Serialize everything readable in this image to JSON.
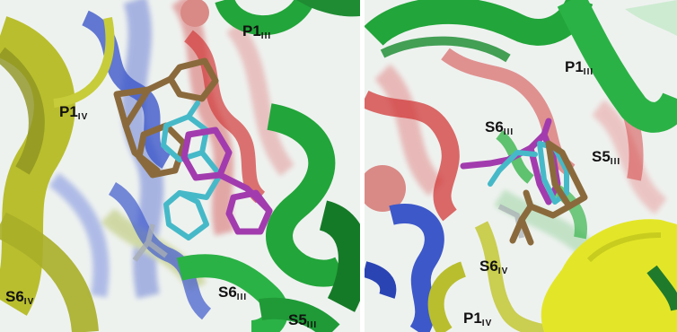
{
  "colors": {
    "background": "#eef2ef",
    "helix_green": "#22a53a",
    "helix_yellow": "#b9be2e",
    "helix_blue": "#3d58c9",
    "helix_red": "#d23a3a",
    "ligand_brown": "#8a6a3c",
    "ligand_cyan": "#46b9c8",
    "ligand_magenta": "#a23cae",
    "ion_salmon": "#d98a86"
  },
  "left_panel": {
    "labels": [
      {
        "base": "P1",
        "sub": "III"
      },
      {
        "base": "P1",
        "sub": "IV"
      },
      {
        "base": "S6",
        "sub": "IV"
      },
      {
        "base": "S6",
        "sub": "III"
      },
      {
        "base": "S5",
        "sub": "III"
      }
    ]
  },
  "right_panel": {
    "labels": [
      {
        "base": "P1",
        "sub": "III"
      },
      {
        "base": "S6",
        "sub": "III"
      },
      {
        "base": "S5",
        "sub": "III"
      },
      {
        "base": "S6",
        "sub": "IV"
      },
      {
        "base": "P1",
        "sub": "IV"
      }
    ]
  }
}
